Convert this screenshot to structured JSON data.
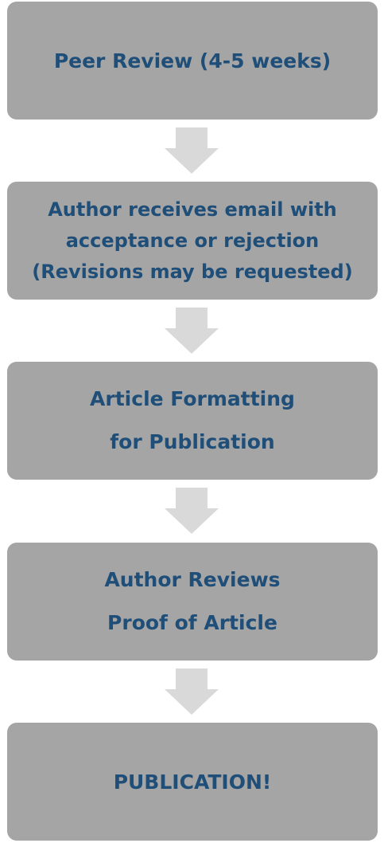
{
  "steps": [
    {
      "lines": [
        "Peer Review (4-5 weeks)"
      ]
    },
    {
      "lines": [
        "Author receives email with",
        "acceptance or rejection",
        "(Revisions may be requested)"
      ]
    },
    {
      "lines": [
        "Article Formatting",
        "for Publication"
      ]
    },
    {
      "lines": [
        "Author Reviews",
        "Proof of Article"
      ]
    },
    {
      "lines": [
        "PUBLICATION!"
      ]
    }
  ],
  "colors": {
    "box": "#a5a5a5",
    "text": "#1f4e79",
    "arrow": "#d9d9d9"
  }
}
